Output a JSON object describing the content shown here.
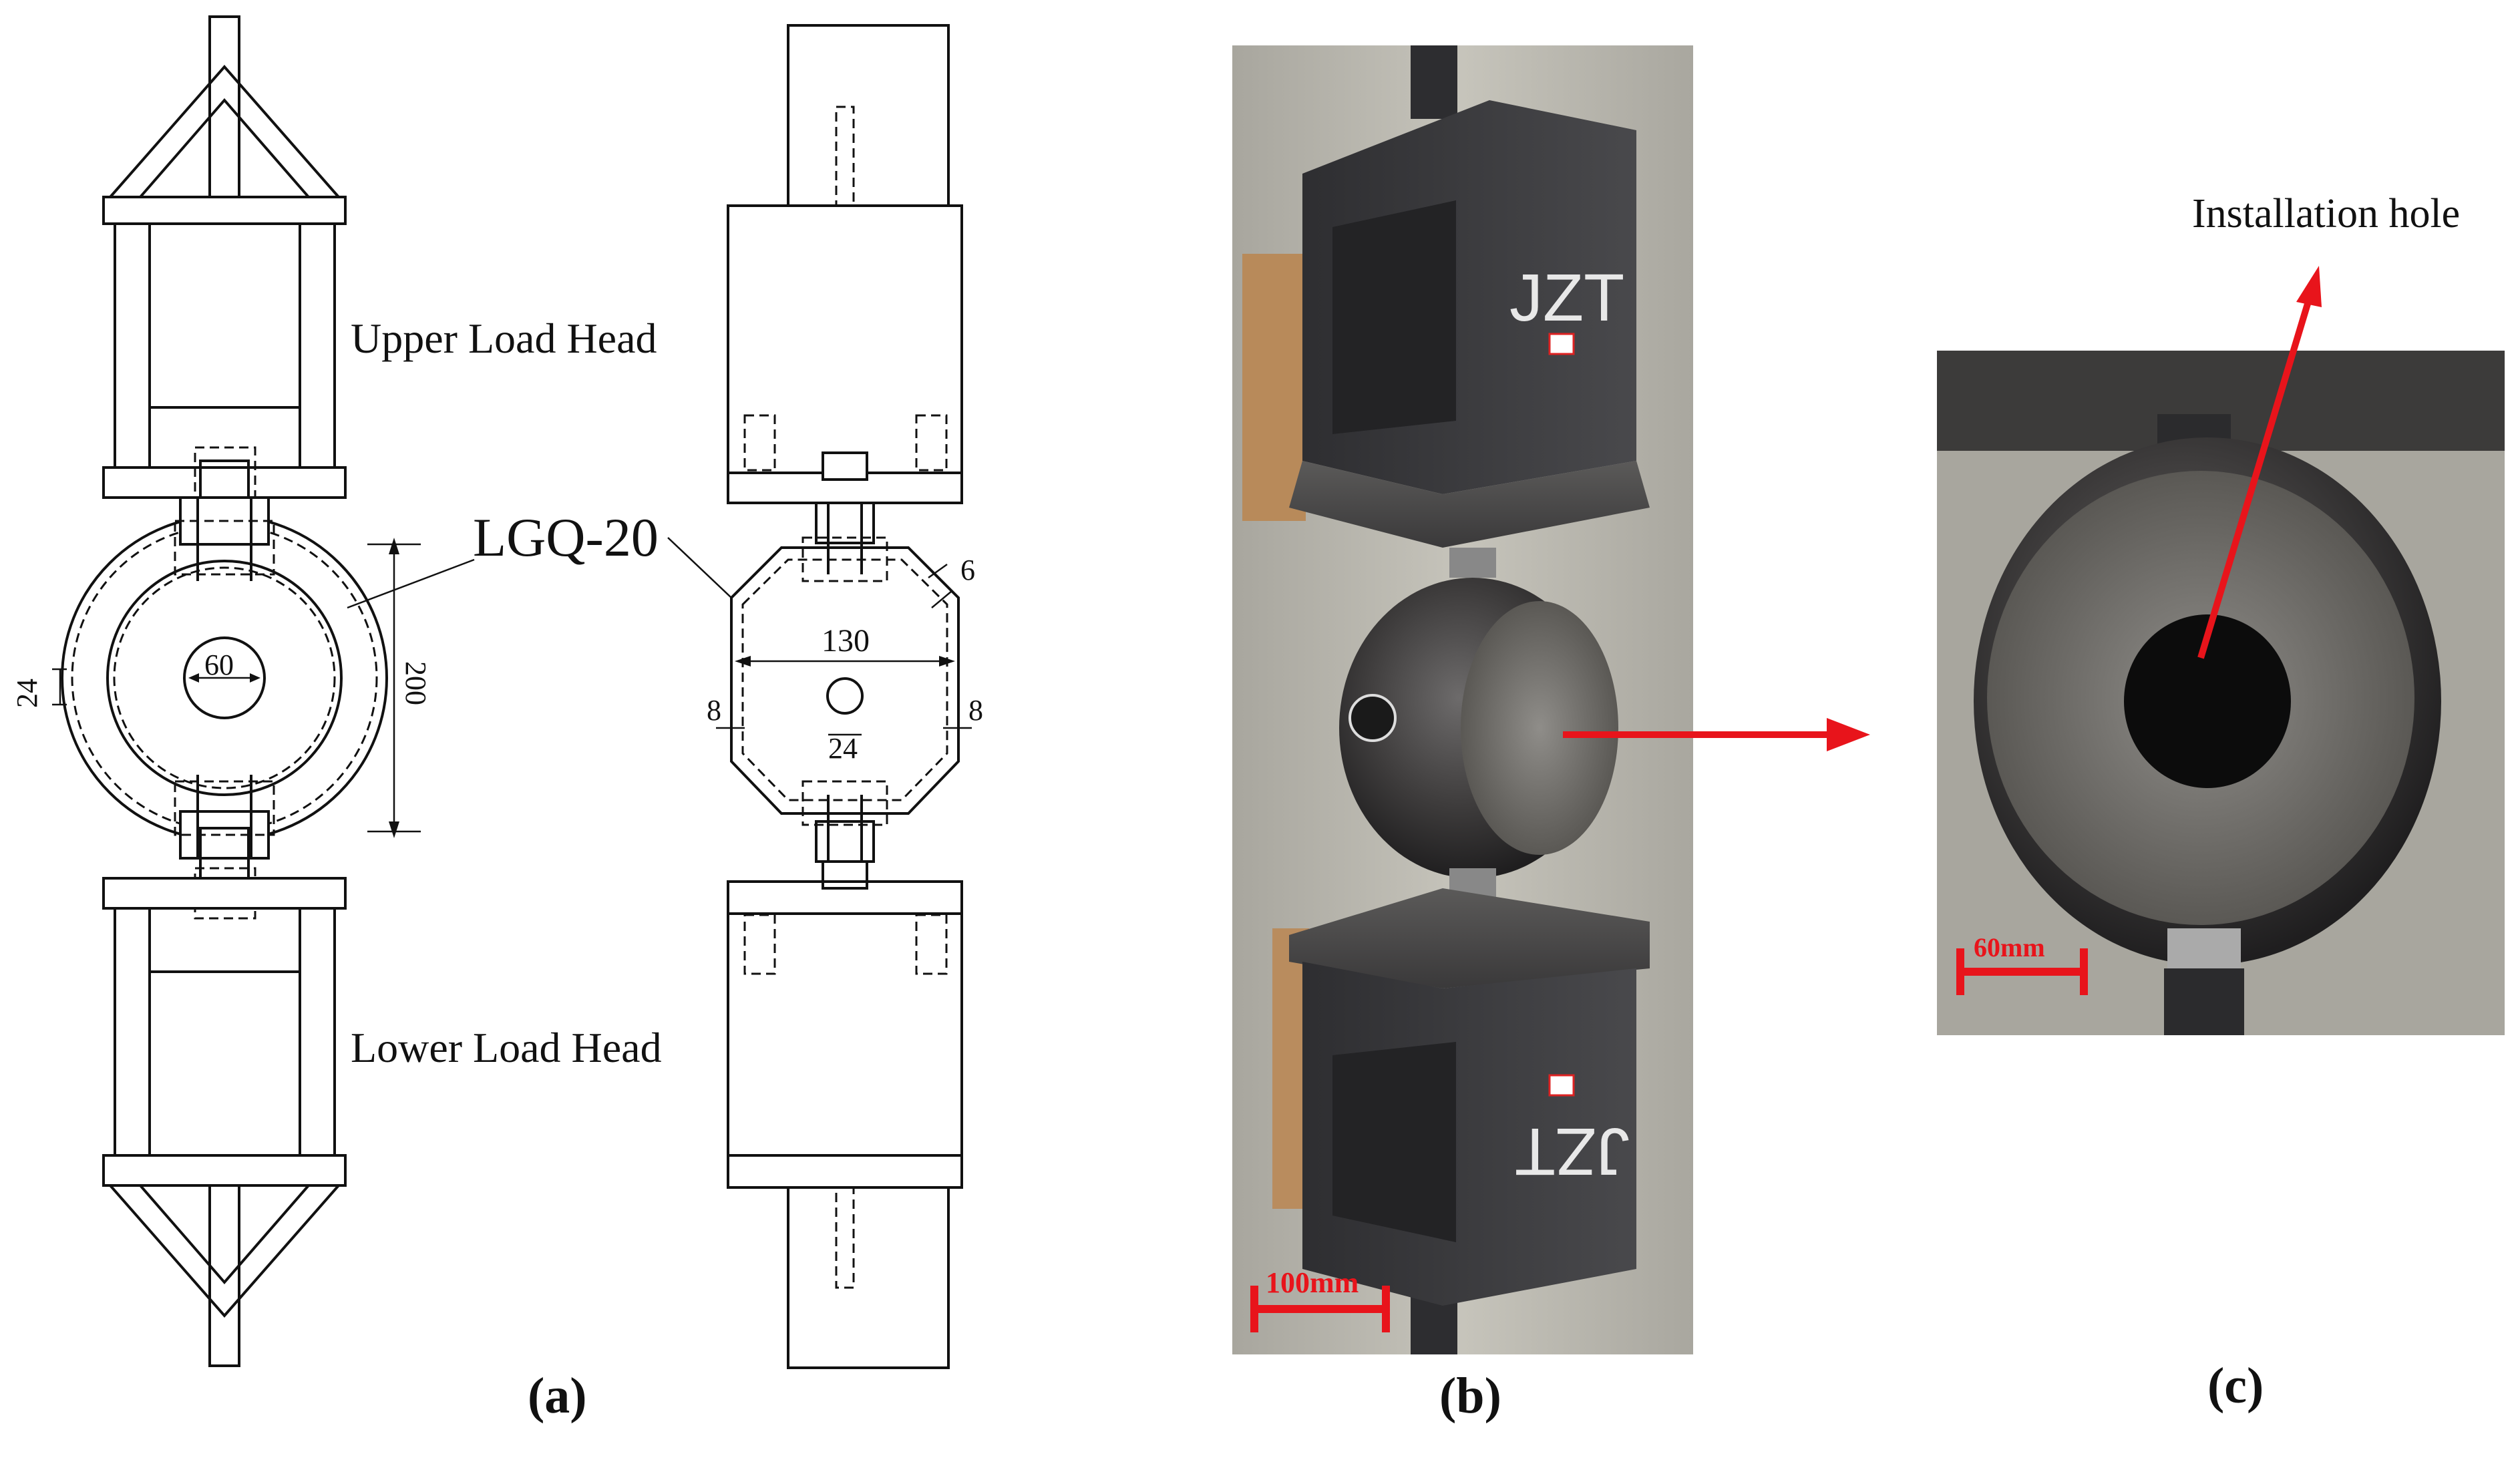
{
  "panel_a": {
    "caption": "(a)",
    "upper_label": "Upper Load Head",
    "lower_label": "Lower Load Head",
    "specimen_label": "LGQ-20",
    "dims": {
      "inner_hole": "60",
      "outer_diameter": "200",
      "thickness": "24",
      "width": "130",
      "wall_left": "8",
      "wall_right": "8",
      "hole_bottom": "24",
      "chamfer": "6"
    }
  },
  "panel_b": {
    "caption": "(b)",
    "marking_top": "JZT",
    "marking_bottom": "JZT",
    "scale_bar": "100mm"
  },
  "panel_c": {
    "caption": "(c)",
    "annotation": "Installation hole",
    "scale_bar": "60mm"
  },
  "colors": {
    "annotation_red": "#e8141b",
    "steel_dark": "#3c3c3e",
    "concrete": "#b9b7ae"
  }
}
